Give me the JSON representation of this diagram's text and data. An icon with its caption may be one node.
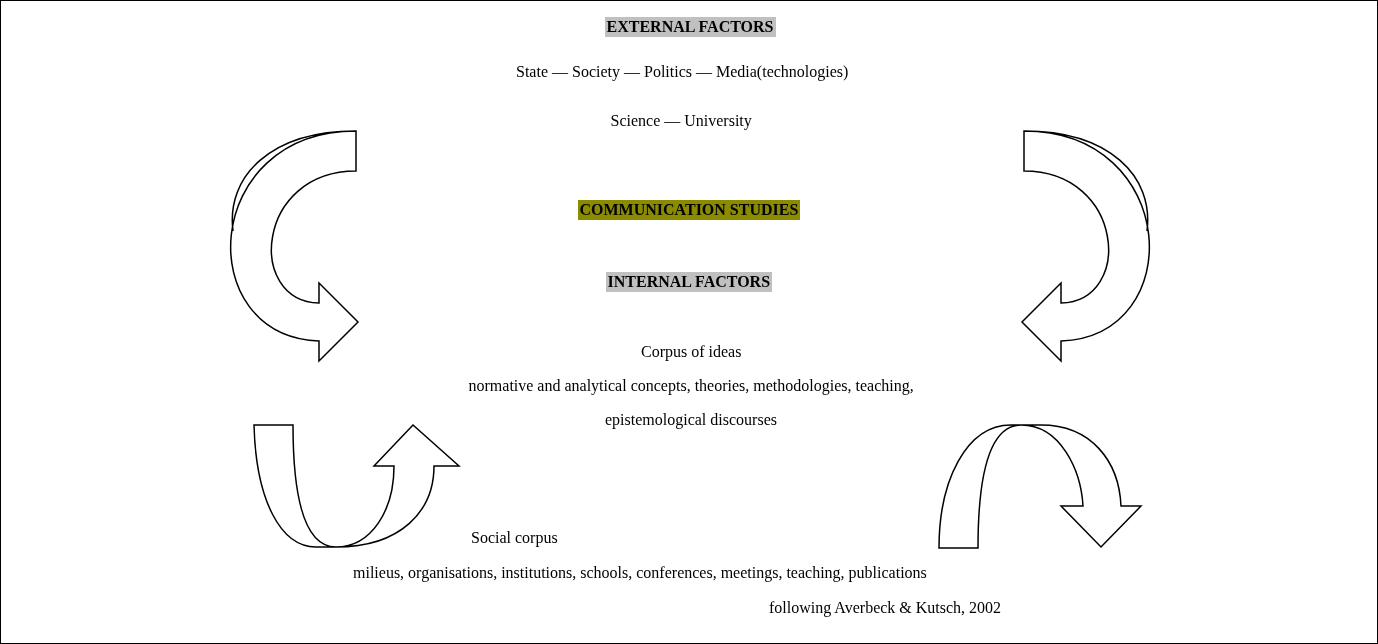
{
  "diagram": {
    "nodes": [
      {
        "text": [
          "EXTERNAL FACTORS"
        ]
      },
      {
        "text": [
          "COMMUNICATION STUDIES"
        ]
      },
      {
        "text": [
          "INTERNAL FACTORS"
        ]
      }
    ],
    "labels": [
      "State — Society — Politics — Media(technologies)",
      "Science — University",
      "Corpus of ideas",
      "normative and analytical concepts, theories, methodologies, teaching,",
      "epistemological discourses",
      "Social corpus",
      "milieus, organisations, institutions, schools, conferences, meetings, teaching, publications",
      "following Averbeck & Kutsch, 2002"
    ]
  }
}
